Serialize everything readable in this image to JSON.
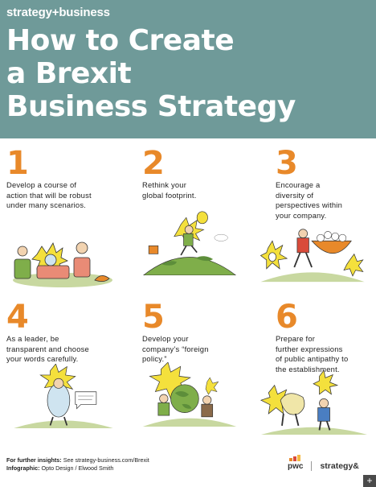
{
  "brand": "strategy+business",
  "title": {
    "line1": "How to Create",
    "line2": "a Brexit",
    "line3": "Business Strategy"
  },
  "tips": [
    {
      "number": "1",
      "line1": "Develop a course of",
      "line2": "action that will be robust",
      "line3": "under many scenarios.",
      "line4": ""
    },
    {
      "number": "2",
      "line1": "Rethink your",
      "line2": "global footprint.",
      "line3": "",
      "line4": ""
    },
    {
      "number": "3",
      "line1": "Encourage a",
      "line2": "diversity of",
      "line3": "perspectives within",
      "line4": "your company."
    },
    {
      "number": "4",
      "line1": "As a leader, be",
      "line2": "transparent and choose",
      "line3": "your words carefully.",
      "line4": ""
    },
    {
      "number": "5",
      "line1": "Develop your",
      "line2": "company’s “foreign",
      "line3": "policy.”",
      "line4": ""
    },
    {
      "number": "6",
      "line1": "Prepare for",
      "line2": "further expressions",
      "line3": "of public antipathy to",
      "line4": "the establishment."
    }
  ],
  "footer": {
    "insights_label": "For further insights:",
    "insights_text": "See strategy-business.com/Brexit",
    "infographic_label": "Infographic:",
    "infographic_text": "Opto Design / Elwood Smith"
  },
  "logos": {
    "pwc": "pwc",
    "strategy": "strategy&"
  },
  "corner_button": "+",
  "colors": {
    "header": "#6f9a99",
    "accent_orange": "#e8892a",
    "ground_green": "#7fae4a",
    "burst_yellow": "#f4e03c"
  }
}
